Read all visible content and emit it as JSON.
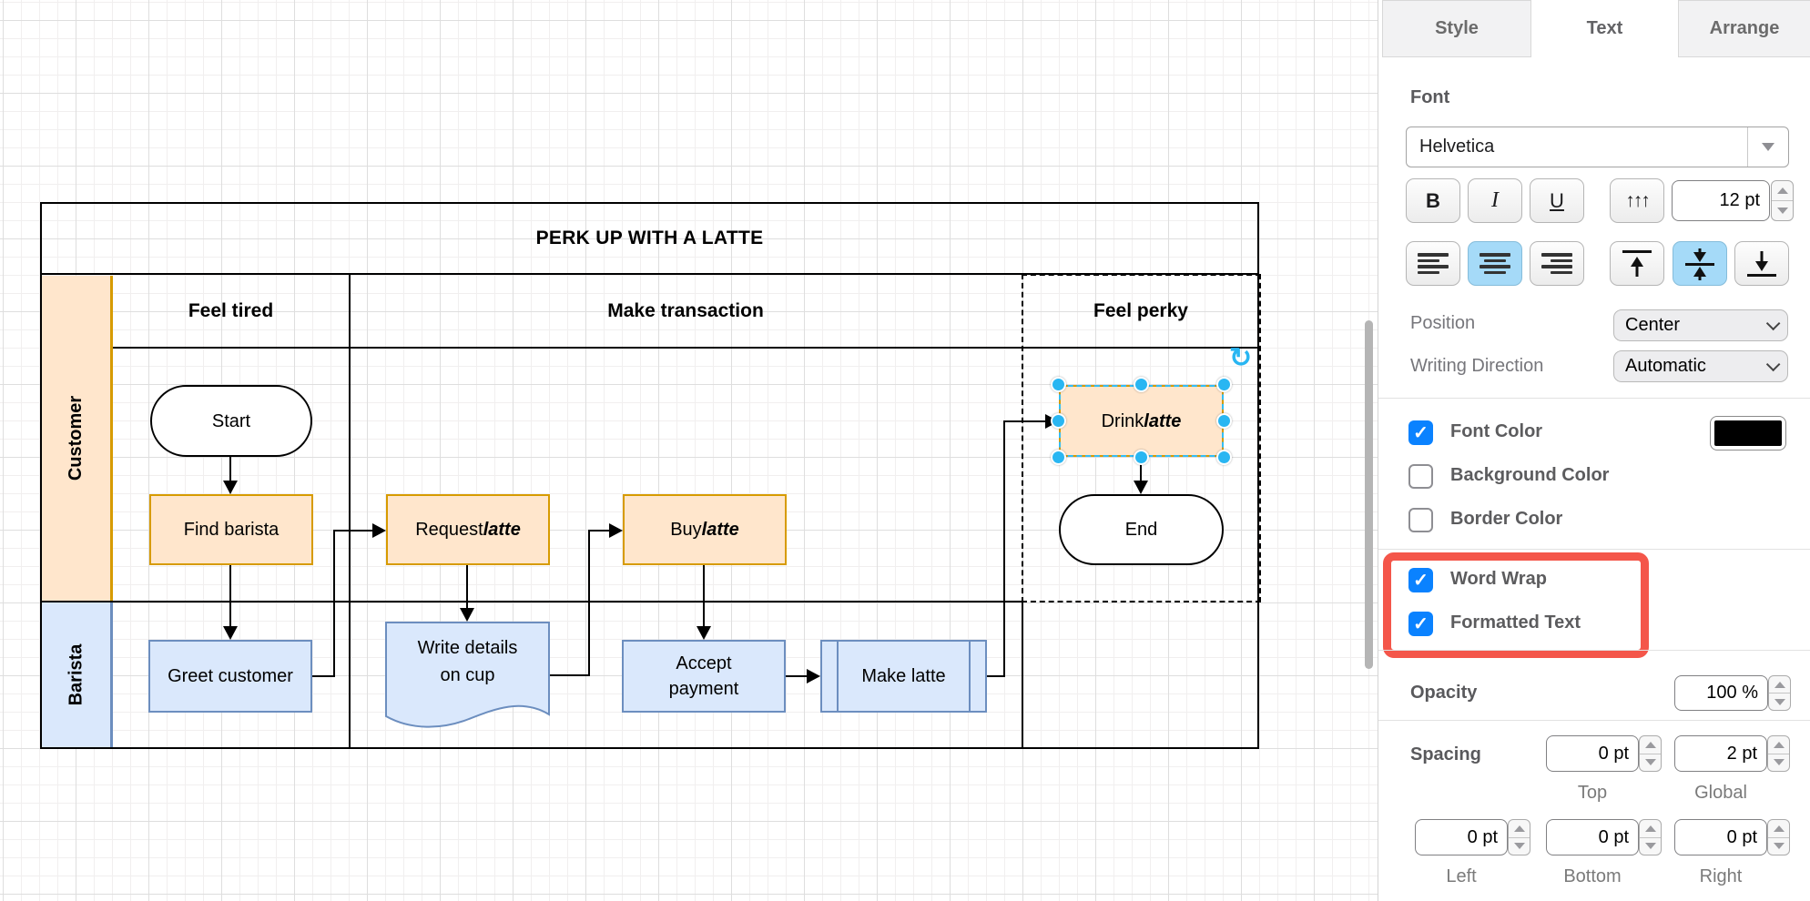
{
  "canvas": {
    "pool_title": "PERK UP WITH A LATTE",
    "phase_labels": [
      "Feel tired",
      "Make transaction",
      "Feel perky"
    ],
    "lane_labels": [
      "Customer",
      "Barista"
    ],
    "nodes": {
      "start": "Start",
      "find_barista": "Find barista",
      "request": {
        "pre": "Request ",
        "em": "latte"
      },
      "buy": {
        "pre": "Buy ",
        "em": "latte"
      },
      "drink": {
        "pre": "Drink ",
        "em": "latte"
      },
      "end": "End",
      "greet": "Greet customer",
      "write": {
        "line1": "Write details",
        "line2": "on cup"
      },
      "accept": {
        "line1": "Accept",
        "line2": "payment"
      },
      "make": "Make latte"
    },
    "icons": {
      "rotate": "↻"
    },
    "colors": {
      "orange_fill": "#FFE6CC",
      "orange_stroke": "#D79B00",
      "blue_fill": "#DAE8FC",
      "blue_stroke": "#6C8EBF",
      "selection": "#29B6F2"
    }
  },
  "panel": {
    "tabs": [
      {
        "label": "Style"
      },
      {
        "label": "Text"
      },
      {
        "label": "Arrange"
      }
    ],
    "font": {
      "section": "Font",
      "family": "Helvetica",
      "size": "12 pt",
      "bold_label": "B",
      "italic_label": "I",
      "underline_label": "U",
      "vertical_text_glyph": "↑↑↑"
    },
    "position": {
      "label": "Position",
      "value": "Center"
    },
    "writing": {
      "label": "Writing Direction",
      "value": "Automatic"
    },
    "font_color": "Font Color",
    "background_color": "Background Color",
    "border_color": "Border Color",
    "word_wrap": "Word Wrap",
    "formatted_text": "Formatted Text",
    "check_glyph": "✓",
    "opacity": {
      "label": "Opacity",
      "value": "100 %"
    },
    "spacing": {
      "label": "Spacing",
      "top_value": "0 pt",
      "top_label": "Top",
      "global_value": "2 pt",
      "global_label": "Global",
      "left_value": "0 pt",
      "left_label": "Left",
      "bottom_value": "0 pt",
      "bottom_label": "Bottom",
      "right_value": "0 pt",
      "right_label": "Right"
    },
    "colors": {
      "highlight_red": "#F4564A",
      "checkbox_blue": "#0A82FF"
    }
  }
}
